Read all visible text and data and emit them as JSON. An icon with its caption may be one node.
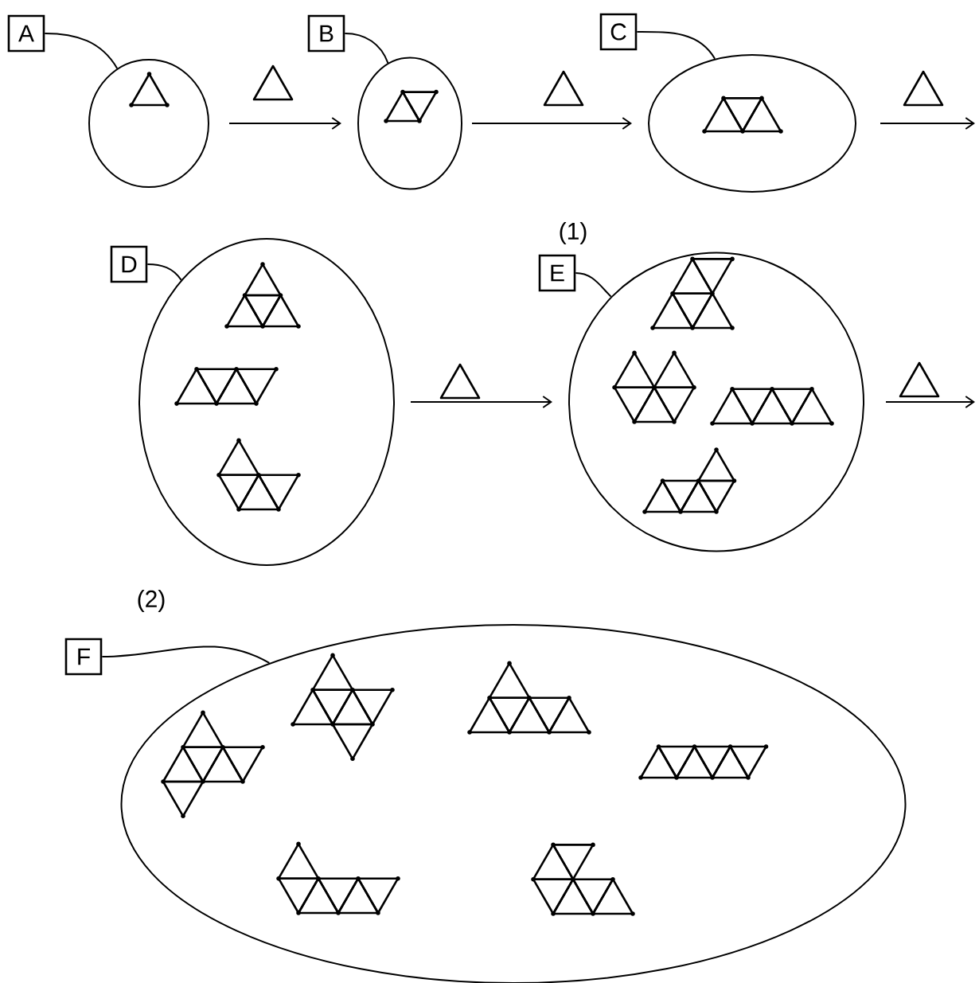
{
  "diagram": {
    "nodes": [
      {
        "text": [
          "A"
        ]
      },
      {
        "text": [],
        "shape": "ellipse"
      },
      {
        "text": [
          "B"
        ]
      },
      {
        "text": [],
        "shape": "ellipse"
      },
      {
        "text": [
          "C"
        ]
      },
      {
        "text": [],
        "shape": "ellipse"
      },
      {
        "text": [
          "D"
        ]
      },
      {
        "text": [],
        "shape": "ellipse"
      },
      {
        "text": [
          "E"
        ]
      },
      {
        "text": [],
        "shape": "ellipse"
      },
      {
        "text": [
          "F"
        ]
      },
      {
        "text": [],
        "shape": "ellipse"
      }
    ],
    "edges": [
      {
        "from": 0,
        "to": 1,
        "arrow": "none"
      },
      {
        "from": 2,
        "to": 3,
        "arrow": "none"
      },
      {
        "from": 4,
        "to": 5,
        "arrow": "none"
      },
      {
        "from": 6,
        "to": 7,
        "arrow": "none"
      },
      {
        "from": 8,
        "to": 9,
        "arrow": "none"
      },
      {
        "from": 10,
        "to": 11,
        "arrow": "none"
      },
      {
        "from": 1,
        "to": 3,
        "arrow": "to"
      },
      {
        "from": 3,
        "to": 5,
        "arrow": "to"
      },
      {
        "from": 5,
        "to": null,
        "arrow": "to"
      },
      {
        "from": 7,
        "to": 9,
        "arrow": "to"
      },
      {
        "from": 9,
        "to": null,
        "arrow": "to"
      }
    ],
    "labels": [
      "(1)",
      "(2)"
    ]
  }
}
